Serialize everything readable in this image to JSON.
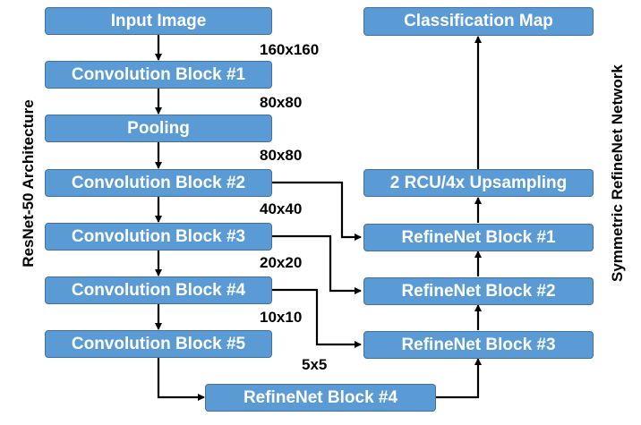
{
  "left_column_title": "ResNet-50 Architecture",
  "right_column_title": "Symmetric RefineNet Network",
  "blocks": {
    "input": "Input Image",
    "conv1": "Convolution Block #1",
    "pooling": "Pooling",
    "conv2": "Convolution Block #2",
    "conv3": "Convolution Block #3",
    "conv4": "Convolution Block #4",
    "conv5": "Convolution Block #5",
    "refine4": "RefineNet Block #4",
    "refine3": "RefineNet Block #3",
    "refine2": "RefineNet Block #2",
    "refine1": "RefineNet Block #1",
    "upsampling": "2 RCU/4x Upsampling",
    "output": "Classification Map"
  },
  "sizes": {
    "s160": "160x160",
    "s80a": "80x80",
    "s80b": "80x80",
    "s40": "40x40",
    "s20": "20x20",
    "s10": "10x10",
    "s5": "5x5"
  },
  "colors": {
    "block_fill": "#5b9bd5",
    "block_border": "#41719c",
    "block_text": "#ffffff",
    "edge": "#000000"
  }
}
